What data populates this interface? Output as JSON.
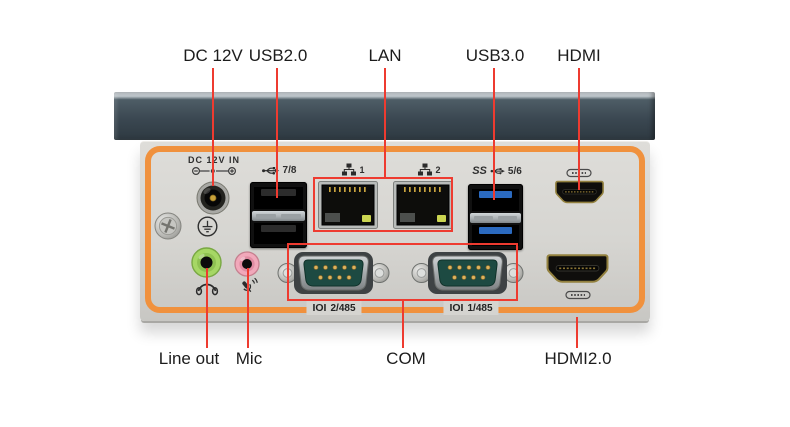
{
  "callouts": {
    "dc": {
      "label": "DC 12V"
    },
    "usb2": {
      "label": "USB2.0"
    },
    "lan": {
      "label": "LAN"
    },
    "usb3": {
      "label": "USB3.0"
    },
    "hdmi": {
      "label": "HDMI"
    },
    "lineout": {
      "label": "Line out"
    },
    "mic": {
      "label": "Mic"
    },
    "com": {
      "label": "COM"
    },
    "hdmi2": {
      "label": "HDMI2.0"
    }
  },
  "panel": {
    "dc_in_label": "DC 12V IN",
    "usb2_ports_label": "7/8",
    "lan1_label": "1",
    "lan2_label": "2",
    "usb3_ss_label": "SS",
    "usb3_ports_label": "5/6",
    "serial2_icon": "IOI",
    "serial2_label": "2/485",
    "serial1_icon": "IOI",
    "serial1_label": "1/485"
  },
  "colors": {
    "callout_red": "#ee3b30",
    "panel_orange": "#f0913d",
    "chassis_dark": "#3b4852",
    "panel_grey": "#d6d5d1",
    "usb3_blue": "#2b6ac0",
    "lineout_green": "#a6d765",
    "mic_pink": "#f1a8ba",
    "db9_green": "#1d4a42",
    "led_yellow": "#cbd551"
  }
}
